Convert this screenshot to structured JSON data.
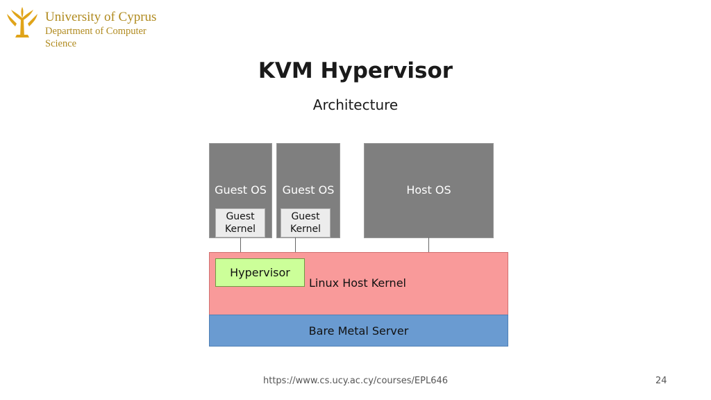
{
  "header": {
    "university": "University of Cyprus",
    "department_line1": "Department of Computer",
    "department_line2": "Science"
  },
  "slide": {
    "title": "KVM Hypervisor",
    "subtitle": "Architecture"
  },
  "diagram": {
    "guest_os_1": "Guest OS",
    "guest_kernel_1": [
      "Guest",
      "Kernel"
    ],
    "guest_os_2": "Guest OS",
    "guest_kernel_2": [
      "Guest",
      "Kernel"
    ],
    "host_os": "Host OS",
    "hypervisor": "Hypervisor",
    "linux_host_kernel": "Linux Host Kernel",
    "bare_metal": "Bare Metal Server"
  },
  "colors": {
    "brand_gold": "#b08a1e",
    "os_box": "#7f7f7f",
    "kernel_layer": "#f99a9a",
    "hypervisor": "#ccff99",
    "bare_metal": "#6a9bd1"
  },
  "footer": {
    "url": "https://www.cs.ucy.ac.cy/courses/EPL646",
    "page_number": "24"
  }
}
